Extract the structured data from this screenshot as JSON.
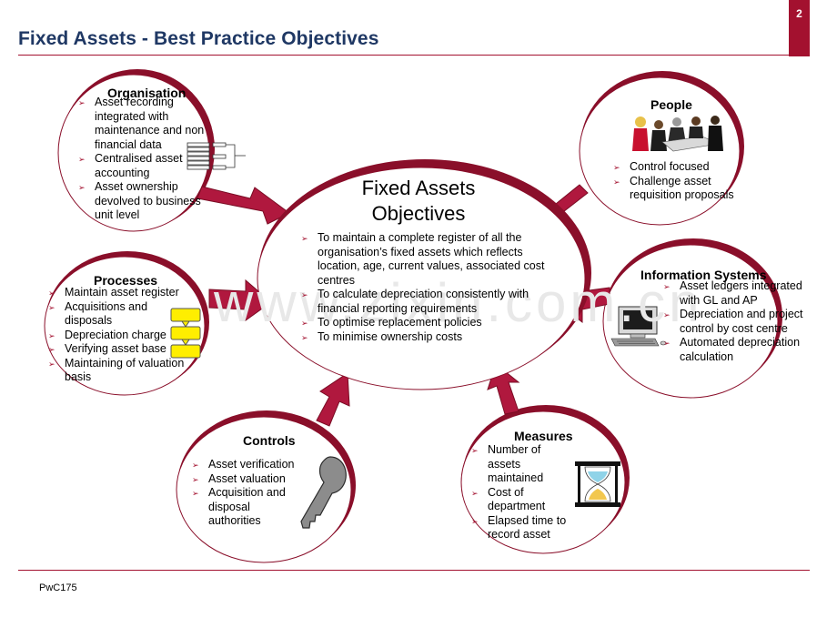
{
  "header": {
    "title": "Fixed Assets - Best Practice Objectives",
    "page_number": "2"
  },
  "footer": {
    "code": "PwC175"
  },
  "center": {
    "title_line1": "Fixed Assets",
    "title_line2": "Objectives",
    "bullets": [
      "To maintain a complete register of all the organisation’s fixed assets which reflects location, age, current values, associated cost centres",
      "To calculate depreciation consistently with financial reporting requirements",
      "To optimise replacement policies",
      "To minimise ownership costs"
    ]
  },
  "organisation": {
    "title": "Organisation",
    "bullets": [
      "Asset recording integrated with maintenance and non financial data",
      "Centralised asset accounting",
      "Asset ownership devolved to business unit level"
    ]
  },
  "people": {
    "title": "People",
    "bullets": [
      "Control focused",
      "Challenge asset requisition proposals"
    ]
  },
  "processes": {
    "title": "Processes",
    "bullets": [
      "Maintain asset register",
      "Acquisitions and disposals",
      "Depreciation charge",
      "Verifying asset base",
      "Maintaining of valuation basis"
    ]
  },
  "information_systems": {
    "title": "Information Systems",
    "bullets": [
      "Asset ledgers integrated with GL and AP",
      "Depreciation and project control by cost centre",
      "Automated depreciation calculation"
    ]
  },
  "controls": {
    "title": "Controls",
    "bullets": [
      "Asset verification",
      "Asset valuation",
      "Acquisition and disposal authorities"
    ]
  },
  "measures": {
    "title": "Measures",
    "bullets": [
      "Number of assets maintained",
      "Cost of department",
      "Elapsed time to record asset"
    ]
  },
  "colors": {
    "accent": "#a3112f",
    "title": "#1f3864",
    "arrow": "#b0183e"
  }
}
